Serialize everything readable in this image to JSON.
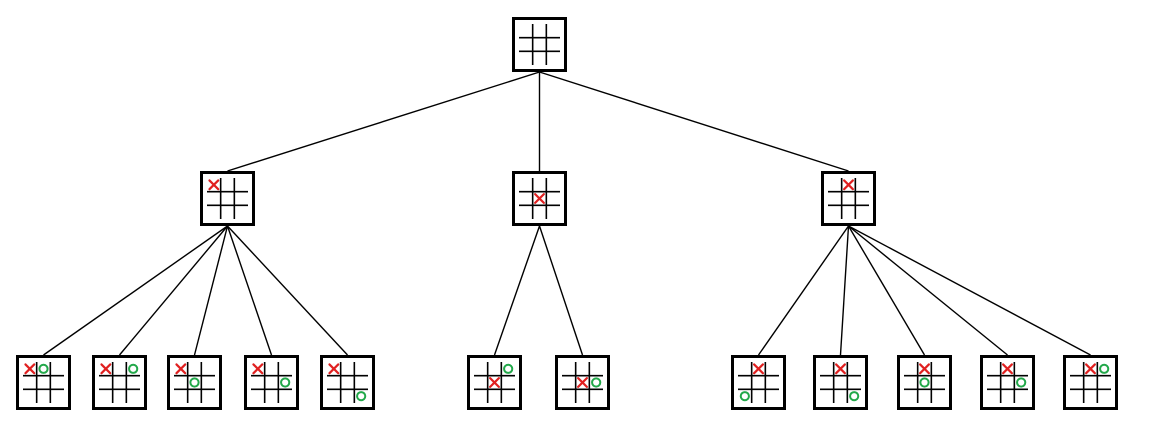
{
  "diagram": {
    "kind": "tic-tac-toe game tree",
    "colors": {
      "background": "#ffffff",
      "board_border": "#000000",
      "grid_line": "#000000",
      "edge_line": "#000000",
      "x_mark": "#e02020",
      "o_mark": "#22a84a"
    },
    "nodes": [
      {
        "id": "root",
        "level": 0,
        "parent": null,
        "board": [
          "",
          "",
          "",
          "",
          "",
          "",
          "",
          "",
          ""
        ]
      },
      {
        "id": "corner",
        "level": 1,
        "parent": "root",
        "board": [
          "X",
          "",
          "",
          "",
          "",
          "",
          "",
          "",
          ""
        ]
      },
      {
        "id": "center",
        "level": 1,
        "parent": "root",
        "board": [
          "",
          "",
          "",
          "",
          "X",
          "",
          "",
          "",
          ""
        ]
      },
      {
        "id": "edge",
        "level": 1,
        "parent": "root",
        "board": [
          "",
          "X",
          "",
          "",
          "",
          "",
          "",
          "",
          ""
        ]
      },
      {
        "id": "corner-1",
        "level": 2,
        "parent": "corner",
        "board": [
          "X",
          "O",
          "",
          "",
          "",
          "",
          "",
          "",
          ""
        ]
      },
      {
        "id": "corner-2",
        "level": 2,
        "parent": "corner",
        "board": [
          "X",
          "",
          "O",
          "",
          "",
          "",
          "",
          "",
          ""
        ]
      },
      {
        "id": "corner-3",
        "level": 2,
        "parent": "corner",
        "board": [
          "X",
          "",
          "",
          "",
          "O",
          "",
          "",
          "",
          ""
        ]
      },
      {
        "id": "corner-4",
        "level": 2,
        "parent": "corner",
        "board": [
          "X",
          "",
          "",
          "",
          "",
          "O",
          "",
          "",
          ""
        ]
      },
      {
        "id": "corner-5",
        "level": 2,
        "parent": "corner",
        "board": [
          "X",
          "",
          "",
          "",
          "",
          "",
          "",
          "",
          "O"
        ]
      },
      {
        "id": "center-1",
        "level": 2,
        "parent": "center",
        "board": [
          "",
          "",
          "O",
          "",
          "X",
          "",
          "",
          "",
          ""
        ]
      },
      {
        "id": "center-2",
        "level": 2,
        "parent": "center",
        "board": [
          "",
          "",
          "",
          "",
          "X",
          "O",
          "",
          "",
          ""
        ]
      },
      {
        "id": "edge-1",
        "level": 2,
        "parent": "edge",
        "board": [
          "",
          "X",
          "",
          "",
          "",
          "",
          "O",
          "",
          ""
        ]
      },
      {
        "id": "edge-2",
        "level": 2,
        "parent": "edge",
        "board": [
          "",
          "X",
          "",
          "",
          "",
          "",
          "",
          "",
          "O"
        ]
      },
      {
        "id": "edge-3",
        "level": 2,
        "parent": "edge",
        "board": [
          "",
          "X",
          "",
          "",
          "O",
          "",
          "",
          "",
          ""
        ]
      },
      {
        "id": "edge-4",
        "level": 2,
        "parent": "edge",
        "board": [
          "",
          "X",
          "",
          "",
          "",
          "O",
          "",
          "",
          ""
        ]
      },
      {
        "id": "edge-5",
        "level": 2,
        "parent": "edge",
        "board": [
          "",
          "X",
          "O",
          "",
          "",
          "",
          "",
          "",
          ""
        ]
      }
    ]
  }
}
